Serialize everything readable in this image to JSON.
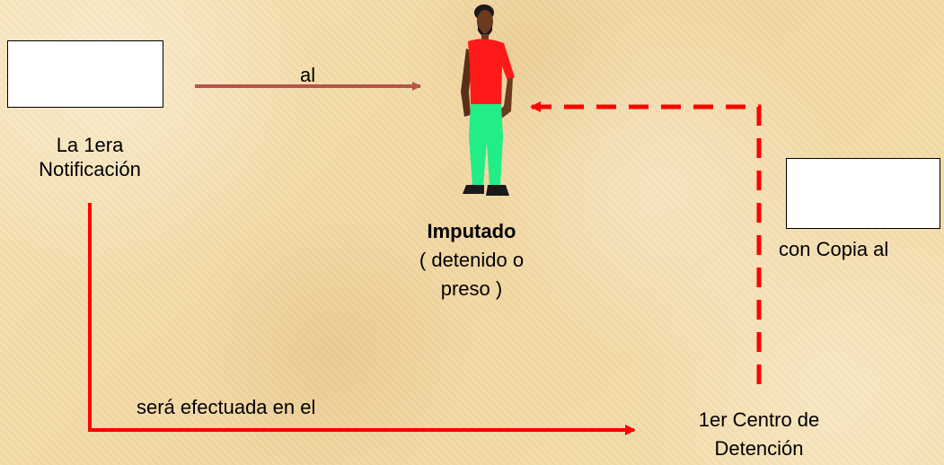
{
  "boxes": {
    "notification_label_line1": "La 1era",
    "notification_label_line2": "Notificación",
    "copy_label": "con Copia al"
  },
  "arrows": {
    "top_label": "al",
    "bottom_label": "será efectuada en el"
  },
  "imputado": {
    "title": "Imputado",
    "subtitle_line1": "( detenido o",
    "subtitle_line2": "preso )"
  },
  "detention_center": {
    "line1": "1er Centro de",
    "line2": "Detención"
  },
  "colors": {
    "solid_arrow_top": "#b5544a",
    "solid_arrow_bottom": "#ff0000",
    "dashed_arrow": "#ff0000",
    "shirt": "#ff1a1a",
    "pants": "#22ee88",
    "skin": "#6b3a1f",
    "background": "#f3dcaa"
  }
}
